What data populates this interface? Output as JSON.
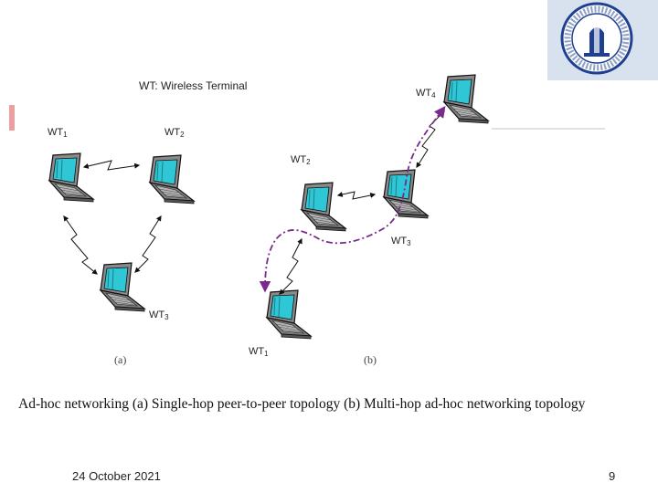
{
  "legend_title": "WT: Wireless Terminal",
  "labels": {
    "a_wt1": "WT",
    "a_wt1_sub": "1",
    "a_wt2": "WT",
    "a_wt2_sub": "2",
    "a_wt3": "WT",
    "a_wt3_sub": "3",
    "b_wt1": "WT",
    "b_wt1_sub": "1",
    "b_wt2": "WT",
    "b_wt2_sub": "2",
    "b_wt3": "WT",
    "b_wt3_sub": "3",
    "b_wt4": "WT",
    "b_wt4_sub": "4"
  },
  "sublabels": {
    "a": "(a)",
    "b": "(b)"
  },
  "caption": "Ad-hoc networking (a) Single-hop peer-to-peer topology (b) Multi-hop ad-hoc networking topology",
  "footer": {
    "date": "24 October 2021",
    "page": "9"
  },
  "colors": {
    "screen": "#2fc7d6",
    "route": "#7a2a8c",
    "logo_blue": "#1f3f8f"
  },
  "icons": {
    "terminal": "laptop-icon",
    "logo": "university-seal-icon"
  }
}
